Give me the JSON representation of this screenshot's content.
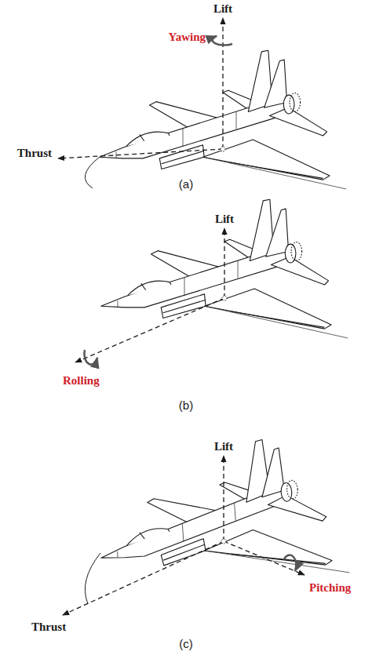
{
  "diagram": {
    "labels": [
      "Lift",
      "Yawing",
      "Thrust",
      "(a)",
      "Lift",
      "Rolling",
      "(b)",
      "Lift",
      "Pitching",
      "Thrust",
      "(c)"
    ]
  }
}
